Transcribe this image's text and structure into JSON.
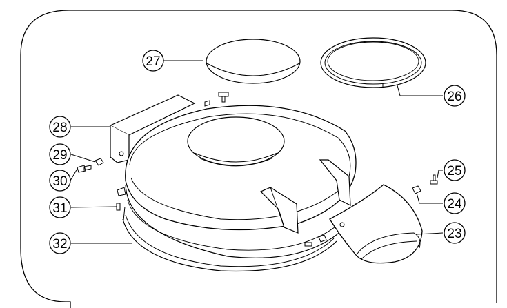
{
  "diagram": {
    "parts": [
      {
        "number": "23",
        "part": "deflector-shield"
      },
      {
        "number": "24",
        "part": "nut"
      },
      {
        "number": "25",
        "part": "screw"
      },
      {
        "number": "26",
        "part": "ring-gasket"
      },
      {
        "number": "27",
        "part": "disc-lid"
      },
      {
        "number": "28",
        "part": "mounting-bracket"
      },
      {
        "number": "29",
        "part": "nut"
      },
      {
        "number": "30",
        "part": "bolt"
      },
      {
        "number": "31",
        "part": "pin"
      },
      {
        "number": "32",
        "part": "lower-band"
      }
    ]
  }
}
